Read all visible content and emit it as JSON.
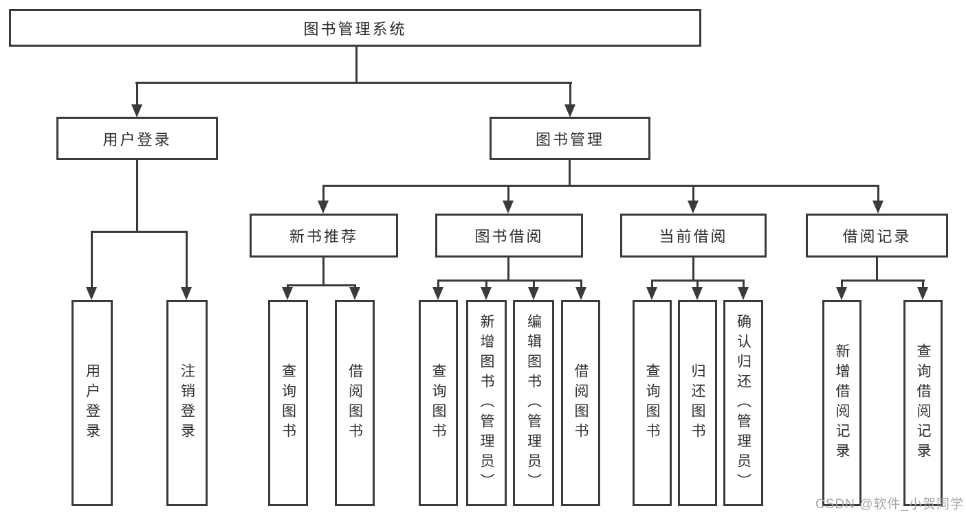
{
  "diagram": {
    "root": "图书管理系统",
    "level2": [
      "用户登录",
      "图书管理"
    ],
    "level3": [
      "新书推荐",
      "图书借阅",
      "当前借阅",
      "借阅记录"
    ],
    "leaves_user": [
      "用户登录",
      "注销登录"
    ],
    "leaves_newbooks": [
      "查询图书",
      "借阅图书"
    ],
    "leaves_borrow": [
      "查询图书",
      "新增图书（管理员）",
      "编辑图书（管理员）",
      "借阅图书"
    ],
    "leaves_current": [
      "查询图书",
      "归还图书",
      "确认归还（管理员）"
    ],
    "leaves_records": [
      "新增借阅记录",
      "查询借阅记录"
    ],
    "watermark": "CSDN @软件_小贺同学",
    "colors": {
      "line": "#3a3a3a",
      "text": "#2e2e2e",
      "background": "#ffffff",
      "watermark": "#a6a6a6"
    }
  }
}
